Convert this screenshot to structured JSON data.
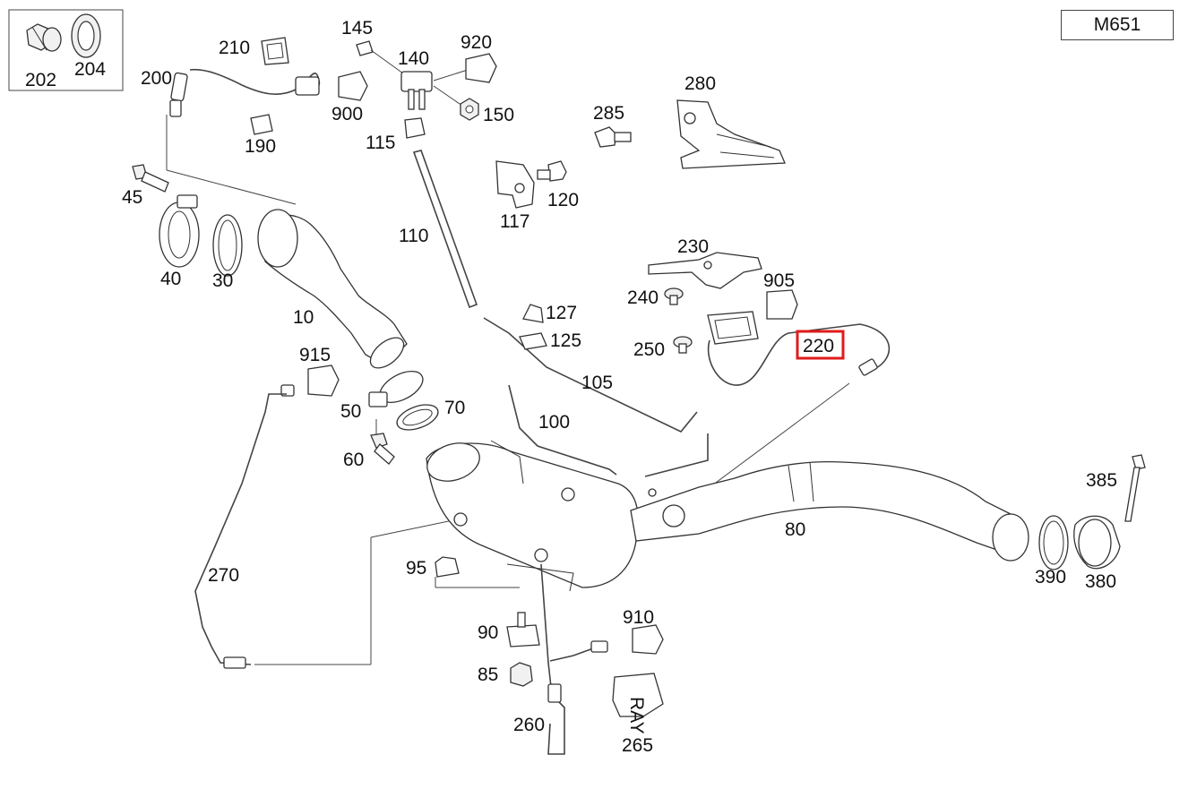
{
  "model_code": "M651",
  "highlighted_part": "220",
  "highlight_color": "#e01b1b",
  "parts": [
    "202",
    "204",
    "200",
    "210",
    "145",
    "140",
    "920",
    "900",
    "150",
    "190",
    "115",
    "280",
    "285",
    "120",
    "117",
    "45",
    "40",
    "30",
    "110",
    "10",
    "230",
    "905",
    "240",
    "220",
    "250",
    "127",
    "125",
    "105",
    "915",
    "50",
    "70",
    "100",
    "60",
    "80",
    "385",
    "390",
    "380",
    "95",
    "270",
    "90",
    "910",
    "85",
    "260",
    "265"
  ],
  "tag_text": "RAY"
}
